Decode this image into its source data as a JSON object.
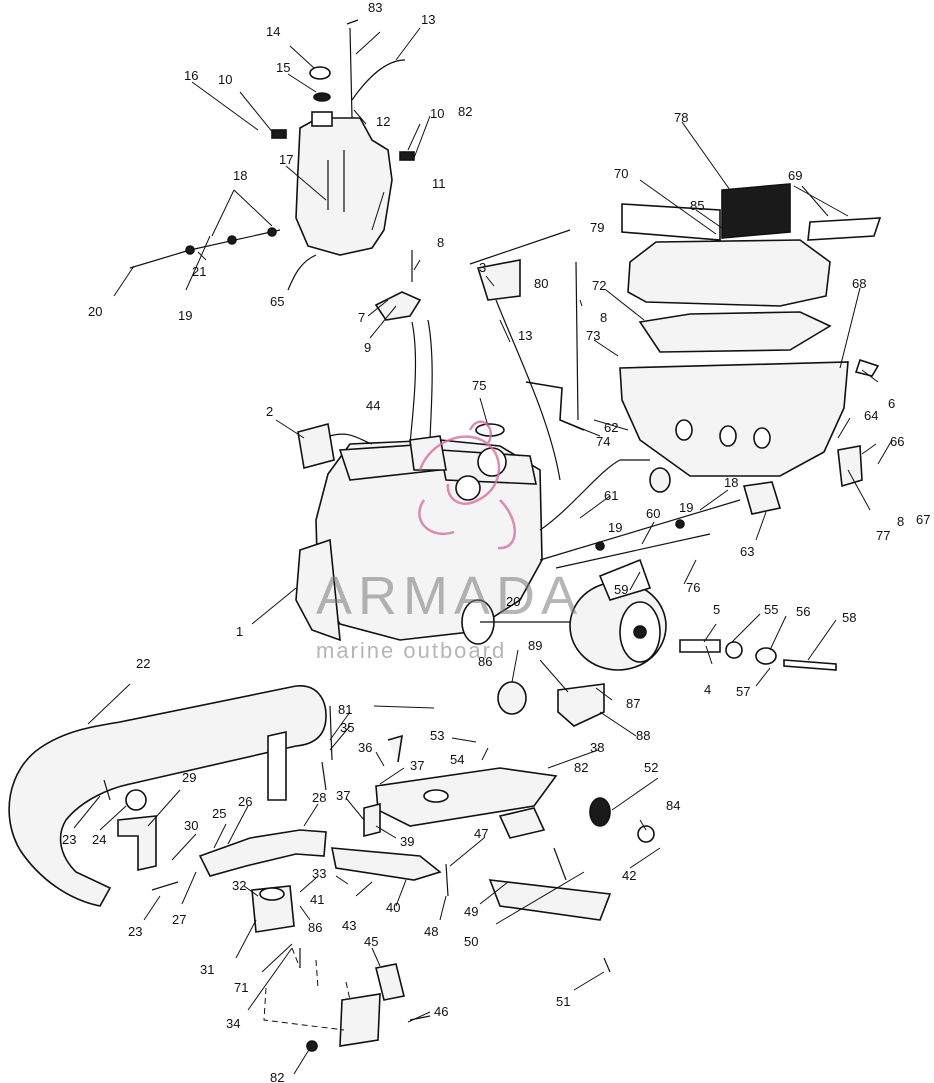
{
  "diagram": {
    "watermark": {
      "brand": "ARMADA",
      "tagline": "marine outboard"
    },
    "callouts": {
      "c1": "1",
      "c2": "2",
      "c3": "3",
      "c4": "4",
      "c5": "5",
      "c6": "6",
      "c7": "7",
      "c8a": "8",
      "c8b": "8",
      "c8c": "8",
      "c9": "9",
      "c10a": "10",
      "c10b": "10",
      "c11": "11",
      "c12": "12",
      "c13a": "13",
      "c13b": "13",
      "c14": "14",
      "c15": "15",
      "c16": "16",
      "c17": "17",
      "c18a": "18",
      "c18b": "18",
      "c19a": "19",
      "c19b": "19",
      "c19c": "19",
      "c20a": "20",
      "c20b": "20",
      "c21": "21",
      "c22": "22",
      "c23a": "23",
      "c23b": "23",
      "c24": "24",
      "c25": "25",
      "c26": "26",
      "c27": "27",
      "c28": "28",
      "c29": "29",
      "c30": "30",
      "c31": "31",
      "c32": "32",
      "c33": "33",
      "c34": "34",
      "c35": "35",
      "c36": "36",
      "c37a": "37",
      "c37b": "37",
      "c38": "38",
      "c39": "39",
      "c40": "40",
      "c41": "41",
      "c42": "42",
      "c43": "43",
      "c44": "44",
      "c45": "45",
      "c46": "46",
      "c47": "47",
      "c48": "48",
      "c49": "49",
      "c50": "50",
      "c51": "51",
      "c52": "52",
      "c53": "53",
      "c54": "54",
      "c55": "55",
      "c56": "56",
      "c57": "57",
      "c58": "58",
      "c59": "59",
      "c60": "60",
      "c61": "61",
      "c62": "62",
      "c63": "63",
      "c64": "64",
      "c65": "65",
      "c66": "66",
      "c67": "67",
      "c68": "68",
      "c69": "69",
      "c70": "70",
      "c71": "71",
      "c72": "72",
      "c73": "73",
      "c74": "74",
      "c75": "75",
      "c76": "76",
      "c77": "77",
      "c78": "78",
      "c79": "79",
      "c80": "80",
      "c81": "81",
      "c82a": "82",
      "c82b": "82",
      "c82c": "82",
      "c83": "83",
      "c84": "84",
      "c85": "85",
      "c86a": "86",
      "c86b": "86",
      "c87": "87",
      "c88": "88",
      "c89": "89"
    }
  }
}
